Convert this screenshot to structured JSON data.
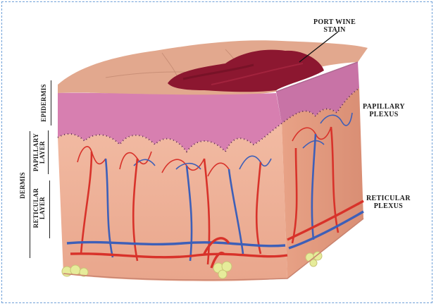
{
  "labels": {
    "port_wine_stain": [
      "PORT WINE",
      "STAIN"
    ],
    "papillary_plexus": [
      "PAPILLARY",
      "PLEXUS"
    ],
    "reticular_plexus": [
      "RETICULAR",
      "PLEXUS"
    ],
    "epidermis": "EPIDERMIS",
    "papillary_layer": [
      "PAPILLARY",
      "LAYER"
    ],
    "reticular_layer": [
      "RETICULAR",
      "LAYER"
    ],
    "dermis": "DERMIS"
  },
  "colors": {
    "surface": "#e2a88e",
    "epidermis": "#d77fb0",
    "dermis": "#eeb197",
    "stain": "#8c1730",
    "artery": "#d8322a",
    "vein": "#3d5fb8",
    "fat": "#e6ec9a",
    "frame": "#6fa0d8"
  }
}
